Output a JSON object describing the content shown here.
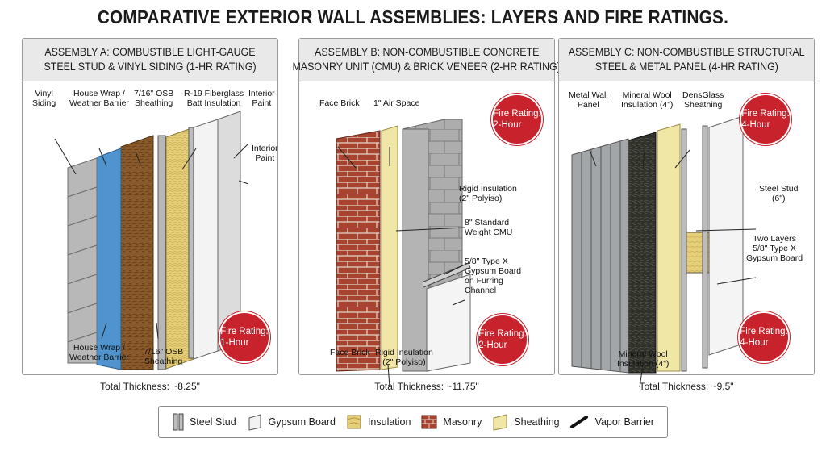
{
  "title": "COMPARATIVE EXTERIOR WALL ASSEMBLIES: LAYERS AND FIRE RATINGS.",
  "colors": {
    "fire_red": "#c8232c",
    "house_wrap_blue": "#4f94cf",
    "osb_brown": "#8a5a2b",
    "insulation_yellow": "#e9d27a",
    "brick_red": "#a8432f",
    "cmu_gray": "#a9a9a9",
    "mineral_wool_dark": "#2f302a",
    "sheathing_yellow": "#f0e6a6"
  },
  "assemblies": [
    {
      "heading_line1": "ASSEMBLY A: COMBUSTIBLE LIGHT-GAUGE",
      "heading_line2": "STEEL STUD & VINYL SIDING (1-HR RATING)",
      "labels": {
        "vinyl_siding": "Vinyl\nSiding",
        "house_wrap_top": "House Wrap /\nWeather Barrier",
        "osb_top": "7/16\" OSB\nSheathing",
        "batt": "R-19 Fiberglass\nBatt Insulation",
        "interior_paint_top": "Interior\nPaint",
        "interior_paint_side": "Interior\nPaint",
        "house_wrap_bottom": "House Wrap /\nWeather Barrier",
        "osb_bottom": "7/16\" OSB\nSheathing"
      },
      "badge_top": "",
      "badge_bottom": "Fire Rating:\n1-Hour",
      "thickness": "Total Thickness: ~8.25\""
    },
    {
      "heading_line1": "ASSEMBLY B: NON-COMBUSTIBLE CONCRETE",
      "heading_line2": "MASONRY UNIT (CMU) & BRICK VENEER (2-HR RATING)",
      "labels": {
        "face_brick_top": "Face Brick",
        "air_space": "1\" Air Space",
        "rigid_right": "Rigid Insulation\n(2\" Polyiso)",
        "cmu": "8\" Standard\nWeight CMU",
        "gypsum": "5/8\" Type X\nGypsum Board\non Furring\nChannel",
        "face_brick_bottom": "Face Brick",
        "rigid_bottom": "Rigid Insulation\n(2\" Polyiso)"
      },
      "badge_top": "Fire Rating:\n2-Hour",
      "badge_bottom": "Fire Rating:\n2-Hour",
      "thickness": "Total Thickness: ~11.75\""
    },
    {
      "heading_line1": "ASSEMBLY C: NON-COMBUSTIBLE STRUCTURAL",
      "heading_line2": "STEEL & METAL PANEL (4-HR RATING)",
      "labels": {
        "metal_panel": "Metal Wall\nPanel",
        "mineral_top": "Mineral Wool\nInsulation (4\")",
        "densglass": "DensGlass\nSheathing",
        "steel_stud": "Steel Stud\n(6\")",
        "two_layers": "Two Layers\n5/8\" Type X\nGypsum Board",
        "mineral_bottom": "Mineral Wool\nInsulation (4\")"
      },
      "badge_top": "Fire Rating:\n4-Hour",
      "badge_bottom": "Fire Rating:\n4-Hour",
      "thickness": "Total Thickness: ~9.5\""
    }
  ],
  "legend": [
    {
      "label": "Steel Stud",
      "icon": "steel-stud-icon"
    },
    {
      "label": "Gypsum Board",
      "icon": "gypsum-board-icon"
    },
    {
      "label": "Insulation",
      "icon": "insulation-icon"
    },
    {
      "label": "Masonry",
      "icon": "masonry-icon"
    },
    {
      "label": "Sheathing",
      "icon": "sheathing-icon"
    },
    {
      "label": "Vapor Barrier",
      "icon": "vapor-barrier-icon"
    }
  ]
}
